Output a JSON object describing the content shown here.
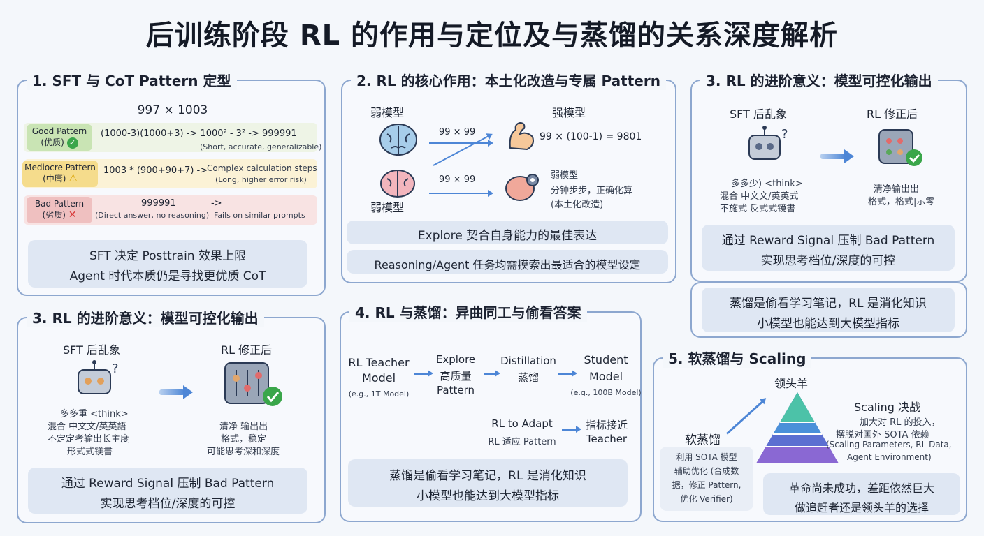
{
  "title": "后训练阶段 RL 的作用与定位及与蒸馏的关系深度解析",
  "p1": {
    "title": "1. SFT 与 CoT Pattern 定型",
    "expr": "997 × 1003",
    "good_label": "Good Pattern",
    "good_sub": "(优质)",
    "good_calc": "(1000-3)(1000+3) -> 1000² - 3² -> 999991",
    "good_note": "(Short, accurate, generalizable)",
    "med_label": "Mediocre Pattern",
    "med_sub": "(中庸)",
    "med_calc": "1003 * (900+90+7) ->",
    "med_note1": "Complex calculation steps",
    "med_note2": "(Long, higher error risk)",
    "bad_label": "Bad Pattern",
    "bad_sub": "(劣质)",
    "bad_calc": "999991",
    "bad_arrow": "->",
    "bad_calc_note": "(Direct answer, no reasoning)",
    "bad_note": "Fails on similar prompts",
    "summary1": "SFT 决定 Posttrain 效果上限",
    "summary2": "Agent 时代本质仍是寻找更优质 CoT"
  },
  "p2": {
    "title": "2. RL 的核心作用：本土化改造与专属 Pattern",
    "weak_top": "弱模型",
    "strong_top": "强模型",
    "q1": "99 × 99",
    "strong_calc": "99 × (100-1) = 9801",
    "q2": "99 × 99",
    "weak_bottom": "弱模型",
    "weak_out1": "弱模型",
    "weak_out2": "分钟步步，正确化算",
    "weak_out3": "(本土化改造)",
    "box1": "Explore 契合自身能力的最佳表达",
    "box2": "Reasoning/Agent 任务均需摸索出最适合的模型设定"
  },
  "p3a": {
    "title": "3. RL 的进阶意义：模型可控化输出",
    "left_label": "SFT 后乱象",
    "right_label": "RL 修正后",
    "left_desc1": "多多少) <think>",
    "left_desc2": "混合 中文文/英英式",
    "left_desc3": "不施式 反式式镜書",
    "right_desc1": "清净输出出",
    "right_desc2": "格式，格式|示零",
    "box1": "通过 Reward Signal 压制 Bad Pattern",
    "box2": "实现思考档位/深度的可控",
    "extra1": "蒸馏是偷看学习笔记，RL 是消化知识",
    "extra2": "小模型也能达到大模型指标"
  },
  "p3b": {
    "title": "3. RL 的进阶意义：模型可控化输出",
    "left_label": "SFT 后乱象",
    "right_label": "RL 修正后",
    "left_desc1": "多多重 <think>",
    "left_desc2": "混合 中文文/英英語",
    "left_desc3": "不定定考输出长主度",
    "left_desc4": "形式式镁書",
    "right_desc1": "清净 输出出",
    "right_desc2": "格式，稳定",
    "right_desc3": "可能思考深和深度",
    "box1": "通过 Reward Signal 压制 Bad Pattern",
    "box2": "实现思考档位/深度的可控"
  },
  "p4": {
    "title": "4. RL 与蒸馏：异曲同工与偷看答案",
    "teacher1": "RL Teacher",
    "teacher2": "Model",
    "teacher3": "(e.g., 1T Model)",
    "explore1": "Explore",
    "explore2": "高质量",
    "explore3": "Pattern",
    "distill1": "Distillation",
    "distill2": "蒸馏",
    "student1": "Student",
    "student2": "Model",
    "student3": "(e.g., 100B Model)",
    "adapt1": "RL to Adapt",
    "adapt2": "RL 适应 Pattern",
    "near1": "指标接近",
    "near2": "Teacher",
    "box1": "蒸馏是偷看学习笔记，RL 是消化知识",
    "box2": "小模型也能达到大模型指标"
  },
  "p5": {
    "title": "5. 软蒸馏与 Scaling",
    "leader": "领头羊",
    "soft": "软蒸馏",
    "soft1": "利用 SOTA 模型",
    "soft2": "辅助优化 (合成数",
    "soft3": "据，修正 Pattern,",
    "soft4": "优化 Verifier)",
    "scaling": "Scaling 决战",
    "sc1": "加大对 RL 的投入，",
    "sc2": "摆脱对国外 SOTA 依赖",
    "sc3": "(Scaling Parameters, RL Data,",
    "sc4": "Agent Environment)",
    "box1": "革命尚未成功，差距依然巨大",
    "box2": "做追赶者还是领头羊的选择"
  }
}
